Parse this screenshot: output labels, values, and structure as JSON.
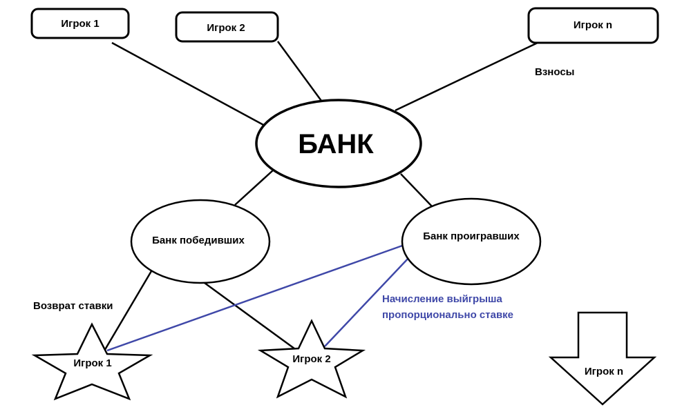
{
  "players_top": [
    "Игрок 1",
    "Игрок 2",
    "Игрок n"
  ],
  "contributions_label": "Взносы",
  "bank_label": "БАНК",
  "winners_bank_label": "Банк победивших",
  "losers_bank_label": "Банк проигравших",
  "refund_label": "Возврат ставки",
  "payout_label_lines": [
    "Начисление выйгрыша",
    "пропорционально ставке"
  ],
  "winners": [
    "Игрок 1",
    "Игрок 2"
  ],
  "loser": "Игрок n",
  "colors": {
    "stroke": "#000000",
    "payout": "#3f48a8",
    "background": "#ffffff"
  }
}
